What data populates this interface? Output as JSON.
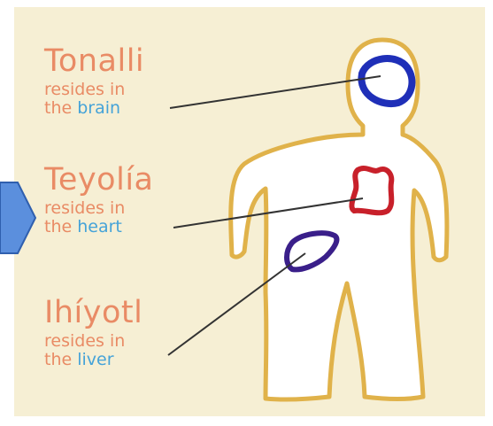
{
  "entities": [
    {
      "name": "Tonalli",
      "line1": "resides in",
      "the": "the",
      "organ": "brain"
    },
    {
      "name": "Teyolía",
      "line1": "resides in",
      "the": "the",
      "organ": "heart"
    },
    {
      "name": "Ihíyotl",
      "line1": "resides in",
      "the": "the",
      "organ": "liver"
    }
  ],
  "colors": {
    "background": "#f6efd4",
    "entity_text": "#e98b65",
    "organ_text": "#45a3d8",
    "body_outline": "#e0b24a",
    "body_fill": "#ffffff",
    "brain": "#1f2fb8",
    "heart": "#c8202a",
    "liver": "#3a1f8a",
    "arrow": "#3d7fd0",
    "pointer_line": "#333333"
  },
  "icons": {
    "left_marker": "chevron-right-icon"
  }
}
